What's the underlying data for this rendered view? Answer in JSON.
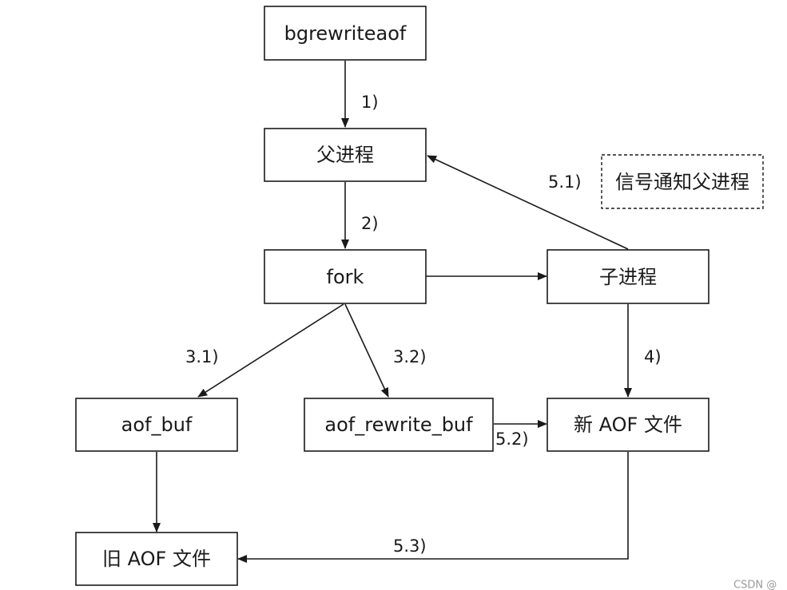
{
  "nodes": {
    "bgrewriteaof": "bgrewriteaof",
    "parent": "父进程",
    "fork": "fork",
    "child": "子进程",
    "aof_buf": "aof_buf",
    "aof_rewrite_buf": "aof_rewrite_buf",
    "new_aof": "新 AOF 文件",
    "old_aof": "旧 AOF 文件"
  },
  "note": "信号通知父进程",
  "edges": {
    "e1": "1)",
    "e2": "2)",
    "e3_1": "3.1)",
    "e3_2": "3.2)",
    "e4": "4)",
    "e5_1": "5.1)",
    "e5_2": "5.2)",
    "e5_3": "5.3)"
  },
  "watermark": "CSDN @"
}
